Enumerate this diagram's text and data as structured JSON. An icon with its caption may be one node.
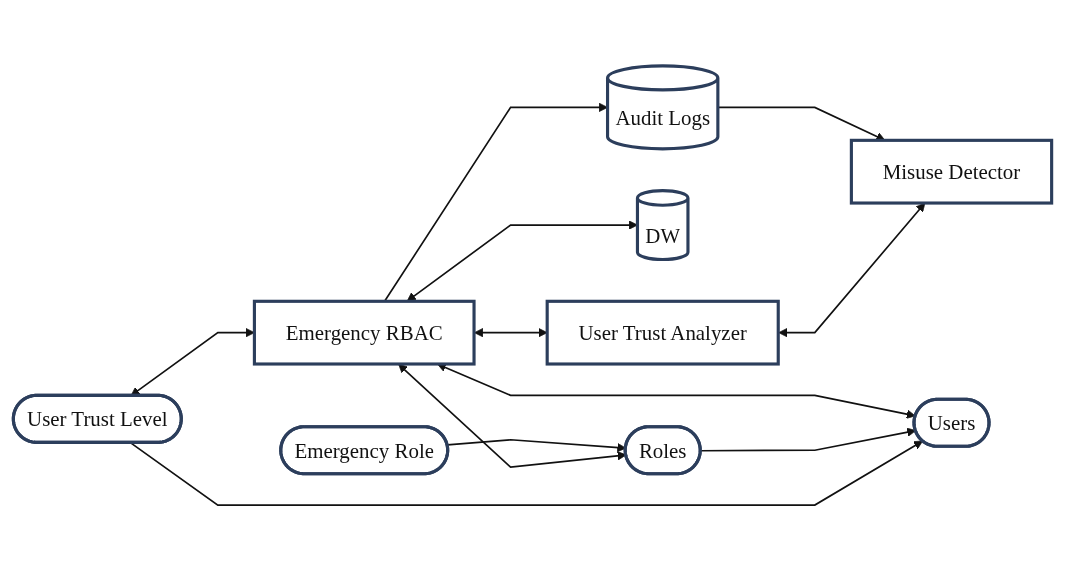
{
  "diagram": {
    "nodes": [
      {
        "text": [
          "User Trust Level"
        ]
      },
      {
        "text": [
          "User Trust Analyzer"
        ]
      },
      {
        "text": [
          "Misuse Detector"
        ]
      },
      {
        "text": [
          "Users"
        ]
      },
      {
        "text": [
          "Emergency RBAC"
        ]
      },
      {
        "text": [
          "DW"
        ]
      },
      {
        "text": [
          "Roles"
        ]
      },
      {
        "text": [
          "Emergency Role"
        ]
      },
      {
        "text": [
          "Audit Logs"
        ]
      }
    ],
    "edges": [
      {
        "from": 0,
        "to": 4,
        "arrow": "both"
      },
      {
        "from": 4,
        "to": 1,
        "arrow": "both"
      },
      {
        "from": 1,
        "to": 2,
        "arrow": "both"
      },
      {
        "from": 0,
        "to": 3,
        "arrow": "to"
      },
      {
        "from": 3,
        "to": 4,
        "arrow": "both"
      },
      {
        "from": 4,
        "to": 5,
        "arrow": "both"
      },
      {
        "from": 4,
        "to": 6,
        "arrow": "both"
      },
      {
        "from": 6,
        "to": 3,
        "arrow": "to"
      },
      {
        "from": 7,
        "to": 6,
        "arrow": "to"
      },
      {
        "from": 4,
        "to": 8,
        "arrow": "to"
      },
      {
        "from": 8,
        "to": 2,
        "arrow": "to"
      }
    ]
  }
}
